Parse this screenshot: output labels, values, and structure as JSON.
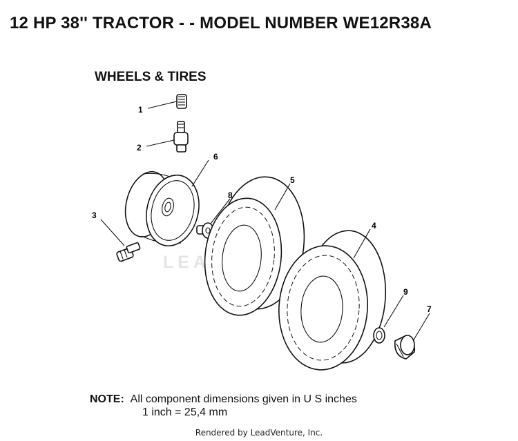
{
  "header": {
    "title": "12 HP  38'' TRACTOR  - - MODEL NUMBER  WE12R38A"
  },
  "section": {
    "title": "WHEELS & TIRES"
  },
  "callouts": [
    "1",
    "2",
    "3",
    "4",
    "5",
    "6",
    "7",
    "8",
    "9"
  ],
  "note": {
    "label": "NOTE:",
    "line1": "All component dimensions given in U S  inches",
    "line2": "1 inch = 25,4 mm"
  },
  "watermark": "LEADVENTURE",
  "footer": "Rendered by LeadVenture, Inc."
}
